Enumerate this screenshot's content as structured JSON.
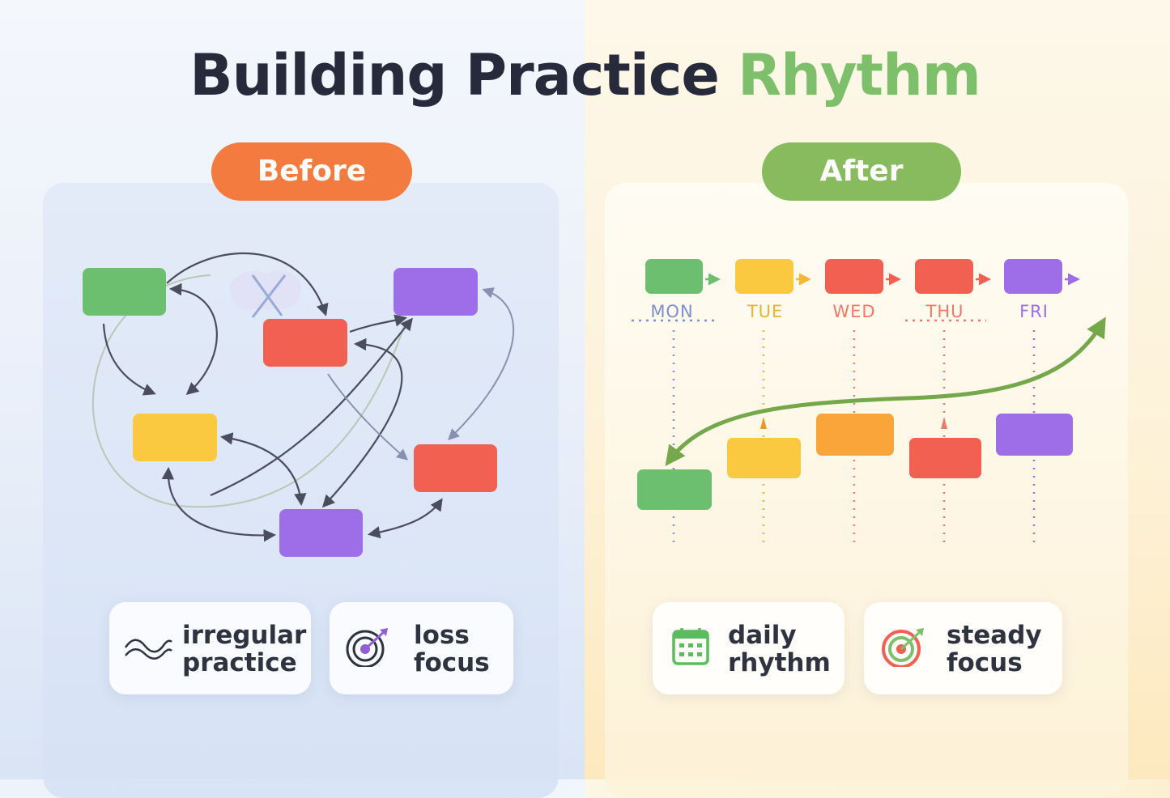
{
  "title": {
    "main": "Building Practice",
    "accent": "Rhythm"
  },
  "before": {
    "label": "Before",
    "cards": [
      {
        "line1": "irregular",
        "line2": "practice",
        "icon": "wave-icon"
      },
      {
        "line1": "loss",
        "line2": "focus",
        "icon": "target-icon"
      }
    ]
  },
  "after": {
    "label": "After",
    "days": [
      "MON",
      "TUE",
      "WED",
      "THU",
      "FRI"
    ],
    "cards": [
      {
        "line1": "daily",
        "line2": "rhythm",
        "icon": "calendar-icon"
      },
      {
        "line1": "steady",
        "line2": "focus",
        "icon": "target-icon"
      }
    ]
  },
  "colors": {
    "green": "#6cbf6f",
    "yellow": "#fbc93f",
    "red": "#f26052",
    "purple": "#9d6ee8",
    "orange": "#f9a53a",
    "before_pill": "#f47b3f",
    "after_pill": "#88bb5e",
    "title_accent": "#7dbf6a"
  }
}
